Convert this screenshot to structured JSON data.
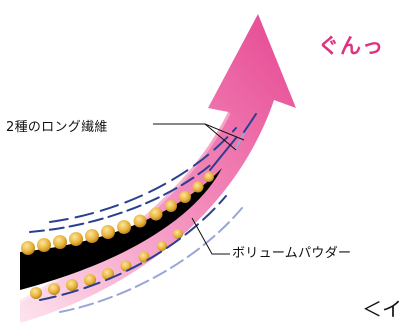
{
  "labels": {
    "fiber": "2種のロング繊維",
    "powder": "ボリュームパウダー",
    "gun": "ぐんっ",
    "caption": "＜イ"
  },
  "colors": {
    "arrow_pink": "#e43c8b",
    "arrow_glow": "#f7bdd6",
    "fiber_navy": "#2b3f8f",
    "fiber_light": "#9aa6d6",
    "powder_gold": "#e9b43a",
    "lash_black": "#000000"
  }
}
